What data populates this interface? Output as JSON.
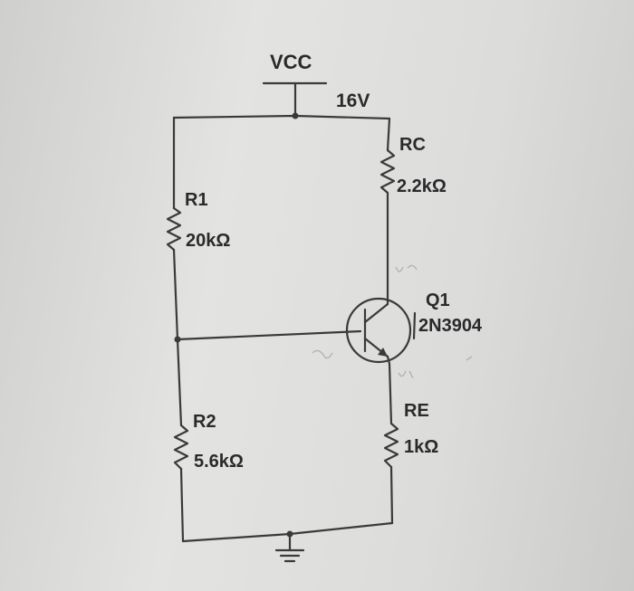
{
  "supply": {
    "name": "VCC",
    "value": "16V"
  },
  "components": {
    "r1": {
      "name": "R1",
      "value": "20kΩ"
    },
    "r2": {
      "name": "R2",
      "value": "5.6kΩ"
    },
    "rc": {
      "name": "RC",
      "value": "2.2kΩ"
    },
    "re": {
      "name": "RE",
      "value": "1kΩ"
    },
    "q1": {
      "name": "Q1",
      "part": "2N3904"
    }
  },
  "colors": {
    "wire": "#3a3a3c",
    "paper": "#dcdcda"
  }
}
